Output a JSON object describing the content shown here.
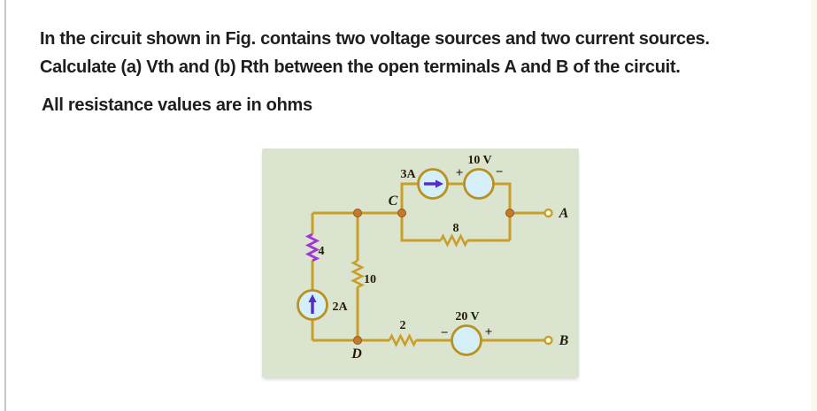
{
  "problem": {
    "line1": "In the circuit shown in Fig. contains two voltage sources and two current sources.",
    "line2": "Calculate (a) Vth and (b) Rth between the open terminals A and B of the circuit.",
    "note": "All resistance values are in ohms"
  },
  "figure": {
    "background_color": "#dbe4cf",
    "wire_color": "#c79f2a",
    "node_dot_color": "#c5792c",
    "source_fill_color": "#d4eff9",
    "source_stroke_color": "#b8921e",
    "current_arrow_color": "#4f2fc4",
    "resistor_left_color": "#a136d4",
    "label_color": "#241a06",
    "sources": {
      "current_source_top": {
        "label": "3A",
        "direction": "right"
      },
      "voltage_source_top": {
        "label": "10 V",
        "plus": "+",
        "minus": "−"
      },
      "current_source_left": {
        "label": "2A",
        "direction": "up"
      },
      "voltage_source_bottom": {
        "label": "20 V",
        "plus": "+",
        "minus": "−"
      }
    },
    "resistors": {
      "top_branch": "8",
      "left_branch": "4",
      "middle_branch": "10",
      "bottom_branch": "2"
    },
    "nodes": {
      "c": "C",
      "d": "D"
    },
    "terminals": {
      "a": "A",
      "b": "B"
    }
  }
}
